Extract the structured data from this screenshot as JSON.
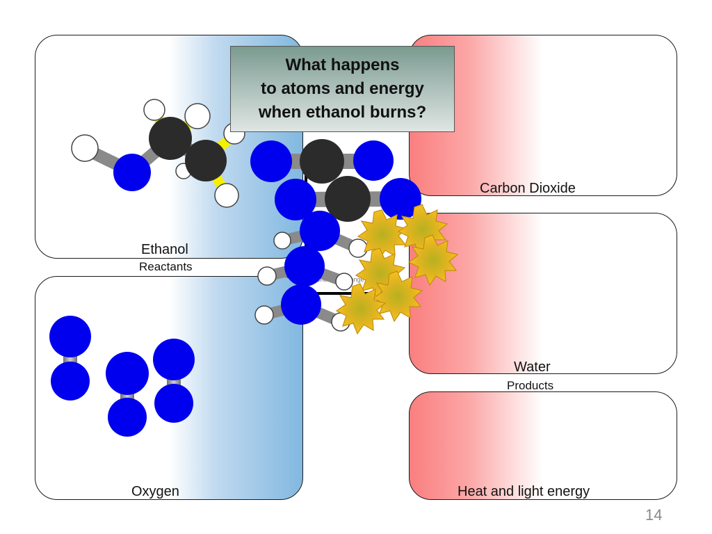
{
  "panels": {
    "ethanol": {
      "label": "Ethanol",
      "sublabel": "Reactants"
    },
    "oxygen": {
      "label": "Oxygen"
    },
    "carbon_dioxide": {
      "label": "Carbon Dioxide"
    },
    "water": {
      "label": "Water",
      "sublabel": "Products"
    },
    "energy": {
      "label": "Heat and light energy"
    }
  },
  "question": {
    "line1": "What happens",
    "line2": "to atoms and energy",
    "line3": "when ethanol burns?"
  },
  "center_box": {
    "text": "Chemical change"
  },
  "slide_number": "14",
  "colors": {
    "carbon": "#2b2b2b",
    "oxygen": "#0000ee",
    "hydrogen": "#ffffff",
    "bond": "#8a8a8a",
    "ch_bond": "#f5f000",
    "spark": "#e9b11a",
    "reactant_gradient": "#82b8e0",
    "product_gradient": "#fa7f7f"
  }
}
